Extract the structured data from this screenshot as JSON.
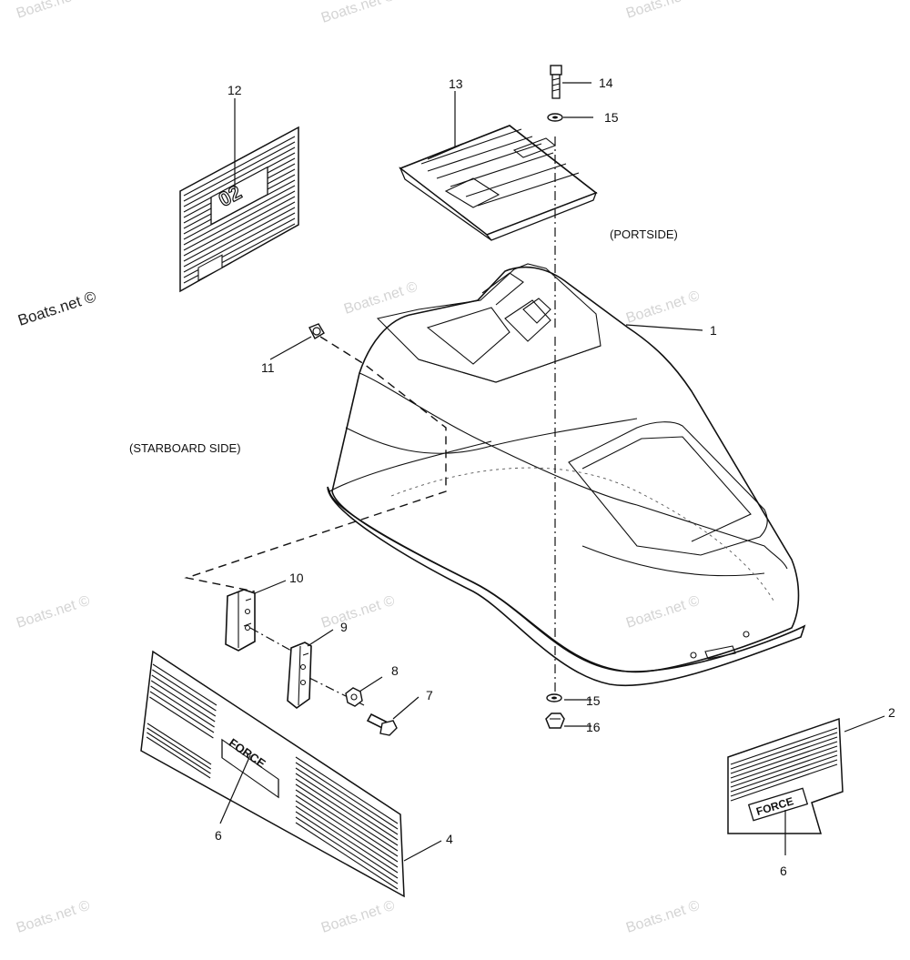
{
  "labels": {
    "p1": "1",
    "p2": "2",
    "p4": "4",
    "p6a": "6",
    "p6b": "6",
    "p7": "7",
    "p8": "8",
    "p9": "9",
    "p10": "10",
    "p11": "11",
    "p12": "12",
    "p13": "13",
    "p14": "14",
    "p15a": "15",
    "p15b": "15",
    "p16": "16"
  },
  "sides": {
    "portside": "(PORTSIDE)",
    "starboard": "(STARBOARD SIDE)"
  },
  "decals": {
    "decal_12_text": "02",
    "decal_2_text": "FORCE",
    "decal_4_text": "FORCE"
  },
  "watermark": "Boats.net ©",
  "watermark_faint": "Boats.net ©"
}
